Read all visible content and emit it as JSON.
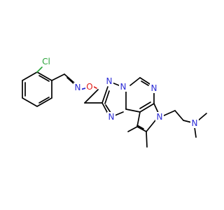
{
  "molecule": {
    "atoms": {
      "chlorine": "Cl",
      "imine_nitrogen": "N",
      "ether_oxygen": "O",
      "triazole_n_top": "N",
      "triazole_n_fused": "N",
      "triazole_n_bottom": "N",
      "pyrimidine_n": "N",
      "pyrrole_n": "N",
      "amine_n": "N"
    },
    "colors": {
      "carbon": "#000000",
      "nitrogen": "#2b2bd6",
      "oxygen": "#e0201b",
      "chlorine": "#2aa43a",
      "background": "#ffffff"
    }
  }
}
